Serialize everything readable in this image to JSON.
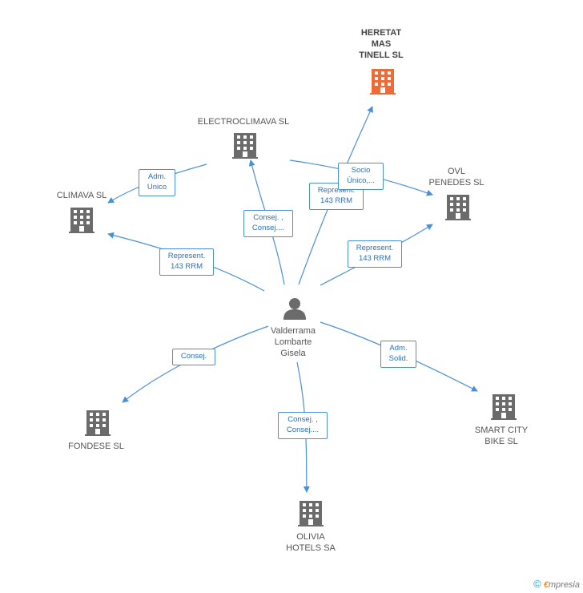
{
  "colors": {
    "edge": "#4a90d9",
    "building": "#6b6b6b",
    "building_main": "#f06a35",
    "person": "#6b6b6b"
  },
  "person": {
    "label": "Valderrama\nLombarte\nGisela",
    "icon": "person-icon"
  },
  "companies": {
    "heretat": {
      "label": "HERETAT\nMAS\nTINELL SL",
      "icon": "building-icon"
    },
    "electroclimava": {
      "label": "ELECTROCLIMAVA SL",
      "icon": "building-icon"
    },
    "climava": {
      "label": "CLIMAVA SL",
      "icon": "building-icon"
    },
    "ovl": {
      "label": "OVL\nPENEDES SL",
      "icon": "building-icon"
    },
    "fondese": {
      "label": "FONDESE SL",
      "icon": "building-icon"
    },
    "smartcity": {
      "label": "SMART CITY\nBIKE  SL",
      "icon": "building-icon"
    },
    "olivia": {
      "label": "OLIVIA\nHOTELS SA",
      "icon": "building-icon"
    }
  },
  "relations": {
    "adm_unico": "Adm.\nUnico",
    "consej_electro": "Consej. ,\nConsej....",
    "repr_climava": "Represent.\n143 RRM",
    "repr_heretat": "Represent.\n143 RRM",
    "socio_unico": "Socio\nÚnico,...",
    "repr_ovl": "Represent.\n143 RRM",
    "consej_fondese": "Consej.",
    "adm_solid": "Adm.\nSolid.",
    "consej_olivia": "Consej. ,\nConsej...."
  },
  "footer": {
    "copyright": "©",
    "brand_initial": "€",
    "brand_rest": "mpresia"
  }
}
